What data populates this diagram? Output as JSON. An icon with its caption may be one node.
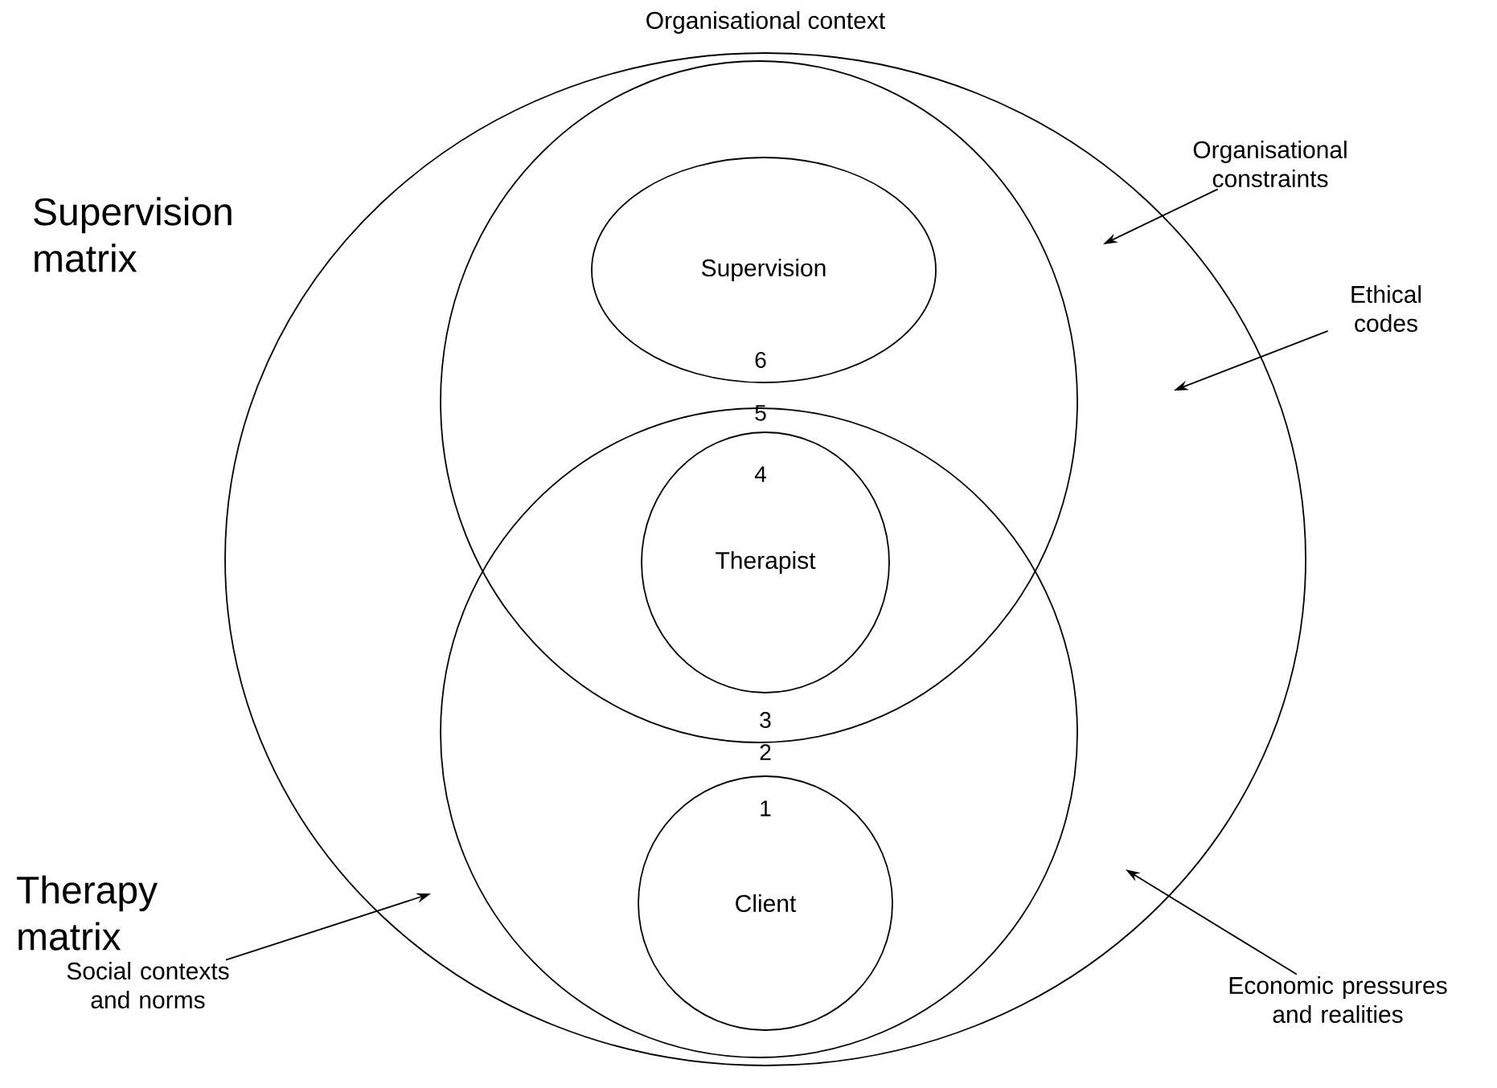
{
  "diagram": {
    "nodes": [
      {
        "text": [
          "Organisational context"
        ]
      },
      {
        "text": [],
        "shape": "circle",
        "in": 0
      },
      {
        "text": [
          "Supervision"
        ],
        "in": 1
      },
      {
        "text": [],
        "shape": "circle",
        "in": 0
      },
      {
        "text": [
          "Therapist"
        ]
      },
      {
        "text": [
          "Client"
        ],
        "in": 3
      },
      {
        "text": [
          "Organisational constraints"
        ]
      },
      {
        "text": [
          "Ethical codes"
        ]
      },
      {
        "text": [
          "Social contexts and norms"
        ]
      },
      {
        "text": [
          "Economic pressures and realities"
        ]
      }
    ],
    "edges": [
      {
        "from": 6,
        "to": null,
        "arrow": "to"
      },
      {
        "from": 7,
        "to": null,
        "arrow": "to"
      },
      {
        "from": 8,
        "to": null,
        "arrow": "to"
      },
      {
        "from": 9,
        "to": null,
        "arrow": "to"
      }
    ],
    "labels": [
      "Supervision matrix",
      "Therapy matrix",
      "6",
      "5",
      "4",
      "3",
      "2",
      "1"
    ]
  }
}
